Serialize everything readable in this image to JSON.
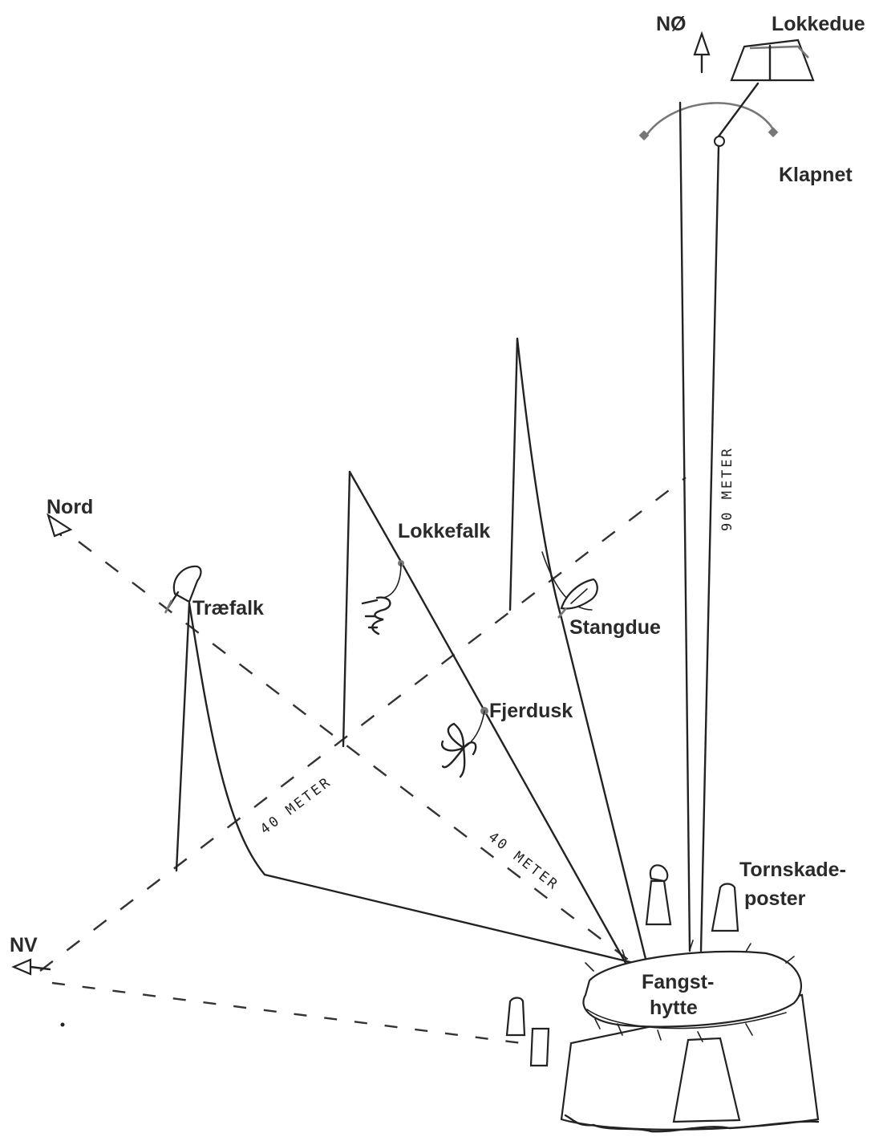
{
  "labels": {
    "north_east": "NØ",
    "lure_pigeon": "Lokkedue",
    "clap_net": "Klapnet",
    "north": "Nord",
    "lure_falcon": "Lokkefalk",
    "hobby": "Træfalk",
    "pole_pigeon": "Stangdue",
    "feather_tuft": "Fjerdusk",
    "shrike_posts_1": "Tornskade-",
    "shrike_posts_2": "poster",
    "north_west": "NV",
    "hut_1": "Fangst-",
    "hut_2": "hytte"
  },
  "measurements": {
    "north_east_line": "90 METER",
    "north_line": "40 METER",
    "north_west_line": "40 METER"
  },
  "colors": {
    "ink": "#222222",
    "label": "#2a2a2a",
    "grey_mark": "#777777",
    "background": "#ffffff"
  }
}
